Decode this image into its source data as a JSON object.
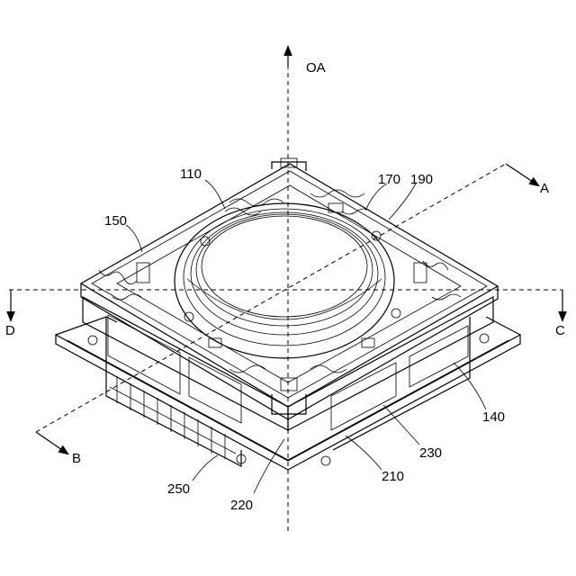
{
  "labels": {
    "oa": "OA",
    "a": "A",
    "b": "B",
    "c": "C",
    "d": "D",
    "l110": "110",
    "l150": "150",
    "l170": "170",
    "l190": "190",
    "l140": "140",
    "l230": "230",
    "l210": "210",
    "l220": "220",
    "l250": "250"
  }
}
